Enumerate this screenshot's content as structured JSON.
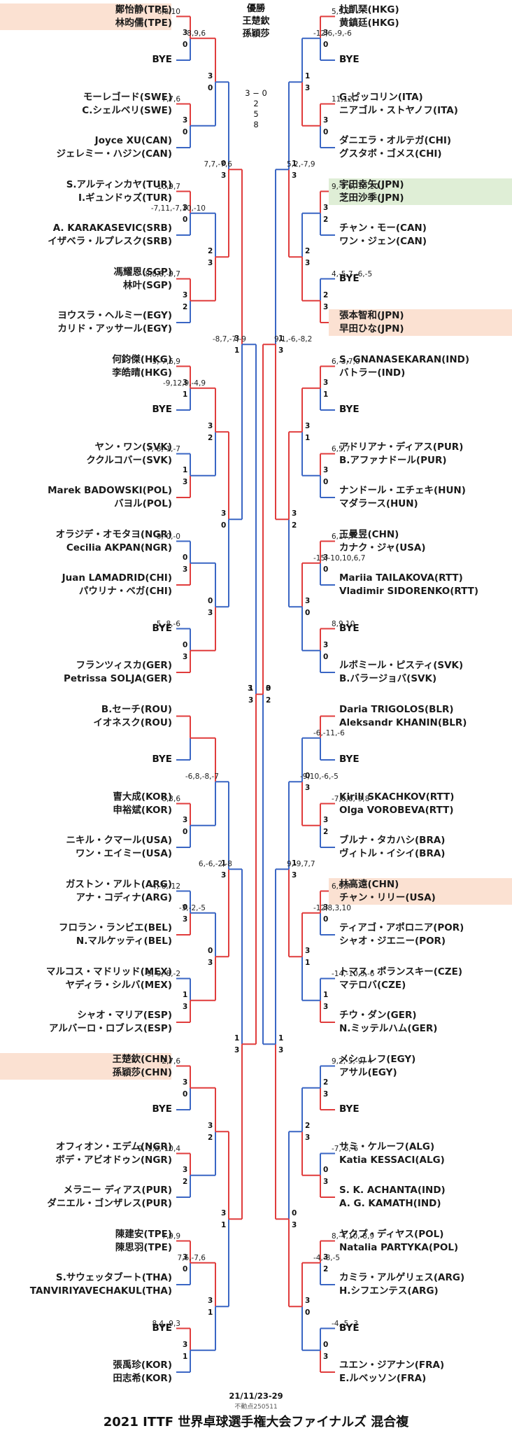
{
  "title": "2021 ITTF 世界卓球選手権大会ファイナルズ 混合複",
  "date": "21/11/23-29",
  "note": "不動点250511",
  "champion": {
    "label": "優勝",
    "players": [
      "王楚欽",
      "孫穎莎"
    ]
  },
  "final": {
    "score": "3 − 0",
    "games": [
      "2",
      "5",
      "8"
    ]
  },
  "colors": {
    "winner": "#e03c3c",
    "loser": "#3a66c4",
    "highlight_orange": "#fbe1d2",
    "highlight_green": "#dfeed6"
  },
  "bye_label": "BYE",
  "left_entries": [
    {
      "type": "pair",
      "p1": "鄭怡静(TPE)",
      "p2": "林昀儒(TPE)",
      "hl": "orange"
    },
    {
      "type": "bye"
    },
    {
      "type": "pair",
      "p1": "モーレゴード(SWE)",
      "p2": "C.シェルベリ(SWE)"
    },
    {
      "type": "pair",
      "p1": "Joyce XU(CAN)",
      "p2": "ジェレミー・ハジン(CAN)"
    },
    {
      "type": "pair",
      "p1": "S.アルティンカヤ(TUR)",
      "p2": "I.ギュンドゥズ(TUR)"
    },
    {
      "type": "pair",
      "p1": "A. KARAKASEVIC(SRB)",
      "p2": "イザベラ・ルプレスク(SRB)"
    },
    {
      "type": "pair",
      "p1": "馮耀恩(SGP)",
      "p2": "林叶(SGP)"
    },
    {
      "type": "pair",
      "p1": "ヨウスラ・ヘルミー(EGY)",
      "p2": "カリド・アッサール(EGY)"
    },
    {
      "type": "pair",
      "p1": "何鈞傑(HKG)",
      "p2": "李皓晴(HKG)"
    },
    {
      "type": "bye"
    },
    {
      "type": "pair",
      "p1": "ヤン・ワン(SVK)",
      "p2": "ククルコバー(SVK)"
    },
    {
      "type": "pair",
      "p1": "Marek BADOWSKI(POL)",
      "p2": "バヨル(POL)"
    },
    {
      "type": "pair",
      "p1": "オラジデ・オモタヨ(NGR)",
      "p2": "Cecilia AKPAN(NGR)"
    },
    {
      "type": "pair",
      "p1": "Juan LAMADRID(CHI)",
      "p2": "パウリナ・ベガ(CHI)"
    },
    {
      "type": "bye"
    },
    {
      "type": "pair",
      "p1": "フランツィスカ(GER)",
      "p2": "Petrissa SOLJA(GER)"
    },
    {
      "type": "pair",
      "p1": "B.セーチ(ROU)",
      "p2": "イオネスク(ROU)"
    },
    {
      "type": "bye"
    },
    {
      "type": "pair",
      "p1": "曺大成(KOR)",
      "p2": "申裕斌(KOR)"
    },
    {
      "type": "pair",
      "p1": "ニキル・クマール(USA)",
      "p2": "ワン・エイミー(USA)"
    },
    {
      "type": "pair",
      "p1": "ガストン・アルト(ARG)",
      "p2": "アナ・コディナ(ARG)"
    },
    {
      "type": "pair",
      "p1": "フロラン・ランビエ(BEL)",
      "p2": "N.マルケッティ(BEL)"
    },
    {
      "type": "pair",
      "p1": "マルコス・マドリッド(MEX)",
      "p2": "ヤディラ・シルバ(MEX)"
    },
    {
      "type": "pair",
      "p1": "シャオ・マリア(ESP)",
      "p2": "アルバーロ・ロブレス(ESP)"
    },
    {
      "type": "pair",
      "p1": "王楚欽(CHN)",
      "p2": "孫穎莎(CHN)",
      "hl": "orange"
    },
    {
      "type": "bye"
    },
    {
      "type": "pair",
      "p1": "オフィオン・エデム(NGR)",
      "p2": "ボデ・アビオドゥン(NGR)"
    },
    {
      "type": "pair",
      "p1": "メラニー ディアス(PUR)",
      "p2": "ダニエル・ゴンザレス(PUR)"
    },
    {
      "type": "pair",
      "p1": "陳建安(TPE)",
      "p2": "陳思羽(TPE)"
    },
    {
      "type": "pair",
      "p1": "S.サウェッタブート(THA)",
      "p2": "TANVIRIYAVECHAKUL(THA)"
    },
    {
      "type": "bye"
    },
    {
      "type": "pair",
      "p1": "張禹珍(KOR)",
      "p2": "田志希(KOR)"
    }
  ],
  "right_entries": [
    {
      "type": "pair",
      "p1": "杜凱琹(HKG)",
      "p2": "黄鎮廷(HKG)"
    },
    {
      "type": "bye"
    },
    {
      "type": "pair",
      "p1": "G.ピッコリン(ITA)",
      "p2": "ニアゴル・ストヤノフ(ITA)"
    },
    {
      "type": "pair",
      "p1": "ダニエラ・オルテガ(CHI)",
      "p2": "グスタボ・ゴメス(CHI)"
    },
    {
      "type": "pair",
      "p1": "宇田幸矢(JPN)",
      "p2": "芝田沙季(JPN)",
      "hl": "green"
    },
    {
      "type": "pair",
      "p1": "チャン・モー(CAN)",
      "p2": "ワン・ジェン(CAN)"
    },
    {
      "type": "bye"
    },
    {
      "type": "pair",
      "p1": "張本智和(JPN)",
      "p2": "早田ひな(JPN)",
      "hl": "orange"
    },
    {
      "type": "pair",
      "p1": "S. GNANASEKARAN(IND)",
      "p2": "バトラー(IND)"
    },
    {
      "type": "bye"
    },
    {
      "type": "pair",
      "p1": "アドリアナ・ディアス(PUR)",
      "p2": "B.アファナドール(PUR)"
    },
    {
      "type": "pair",
      "p1": "ナンドール・エチェキ(HUN)",
      "p2": "マダラース(HUN)"
    },
    {
      "type": "pair",
      "p1": "王曼昱(CHN)",
      "p2": "カナク・ジャ(USA)"
    },
    {
      "type": "pair",
      "p1": "Mariia TAILAKOVA(RTT)",
      "p2": "Vladimir SIDORENKO(RTT)"
    },
    {
      "type": "bye"
    },
    {
      "type": "pair",
      "p1": "ルボミール・ピスティ(SVK)",
      "p2": "B.バラージョバ(SVK)"
    },
    {
      "type": "pair",
      "p1": "Daria TRIGOLOS(BLR)",
      "p2": "Aleksandr KHANIN(BLR)"
    },
    {
      "type": "bye"
    },
    {
      "type": "pair",
      "p1": "Kirill SKACHKOV(RTT)",
      "p2": "Olga VOROBEVA(RTT)"
    },
    {
      "type": "pair",
      "p1": "ブルナ・タカハシ(BRA)",
      "p2": "ヴィトル・イシイ(BRA)"
    },
    {
      "type": "pair",
      "p1": "林高遠(CHN)",
      "p2": "チャン・リリー(USA)",
      "hl": "orange"
    },
    {
      "type": "pair",
      "p1": "ティアゴ・アポロニア(POR)",
      "p2": "シャオ・ジエニー(POR)"
    },
    {
      "type": "pair",
      "p1": "トマス・ポランスキー(CZE)",
      "p2": "マテロバ(CZE)"
    },
    {
      "type": "pair",
      "p1": "チウ・ダン(GER)",
      "p2": "N.ミッテルハム(GER)"
    },
    {
      "type": "pair",
      "p1": "メシュレフ(EGY)",
      "p2": "アサル(EGY)"
    },
    {
      "type": "bye"
    },
    {
      "type": "pair",
      "p1": "サミ・ケルーフ(ALG)",
      "p2": "Katia KESSACI(ALG)"
    },
    {
      "type": "pair",
      "p1": "S. K. ACHANTA(IND)",
      "p2": "A. G. KAMATH(IND)"
    },
    {
      "type": "pair",
      "p1": "ヤクプ・ディヤス(POL)",
      "p2": "Natalia PARTYKA(POL)"
    },
    {
      "type": "pair",
      "p1": "カミラ・アルゲリェス(ARG)",
      "p2": "H.シフエンテス(ARG)"
    },
    {
      "type": "bye"
    },
    {
      "type": "pair",
      "p1": "ユエン・ジアナン(FRA)",
      "p2": "E.ルベッソン(FRA)"
    }
  ],
  "left_r1": [
    {
      "score": "6,8,10",
      "g": [
        "3",
        "0"
      ],
      "w": 0
    },
    {
      "score": "7,7,6",
      "g": [
        "3",
        "0"
      ],
      "w": 0
    },
    {
      "score": "10,9,7",
      "g": [
        "3",
        "0"
      ],
      "w": 0
    },
    {
      "score": "-8,8,8,-9,7",
      "g": [
        "3",
        "2"
      ],
      "w": 0
    },
    {
      "score": "5,-7,6,9",
      "g": [
        "3",
        "1"
      ],
      "w": 0
    },
    {
      "score": "7,-8,-1,-7",
      "g": [
        "1",
        "3"
      ],
      "w": 1
    },
    {
      "score": "-0,-0,-0",
      "g": [
        "0",
        "3"
      ],
      "w": 1
    },
    {
      "score": "-5,-8,-6",
      "g": [
        "0",
        "3"
      ],
      "w": 1
    },
    {
      "score": "",
      "g": [
        "",
        ""
      ],
      "w": 0
    },
    {
      "score": "8,3,6",
      "g": [
        "3",
        "0"
      ],
      "w": 0
    },
    {
      "score": "-4,-8,-12",
      "g": [
        "0",
        "3"
      ],
      "w": 1
    },
    {
      "score": "-9,-9,-8,-2",
      "g": [
        "1",
        "3"
      ],
      "w": 1
    },
    {
      "score": "2,7,6",
      "g": [
        "3",
        "0"
      ],
      "w": 0
    },
    {
      "score": "9,-1,6,-10,4",
      "g": [
        "3",
        "2"
      ],
      "w": 0
    },
    {
      "score": "7,9,9",
      "g": [
        "3",
        "0"
      ],
      "w": 0
    },
    {
      "score": "8,4,-9,3",
      "g": [
        "3",
        "1"
      ],
      "w": 0
    }
  ],
  "left_r2": [
    {
      "score": "8,9,6",
      "g": [
        "3",
        "0"
      ],
      "w": 0
    },
    {
      "score": "-7,11,-7,10,-10",
      "g": [
        "2",
        "3"
      ],
      "w": 1
    },
    {
      "score": "-9,12,9,-4,9",
      "g": [
        "3",
        "2"
      ],
      "w": 0
    },
    {
      "score": "",
      "g": [
        "0",
        "3"
      ],
      "w": 1
    },
    {
      "score": "",
      "g": [
        "",
        ""
      ],
      "w": 0
    },
    {
      "score": "-3,-2,-5",
      "g": [
        "0",
        "3"
      ],
      "w": 1
    },
    {
      "score": "",
      "g": [
        "3",
        "2"
      ],
      "w": 0
    },
    {
      "score": "7,6,-7,6",
      "g": [
        "3",
        "1"
      ],
      "w": 0
    }
  ],
  "left_r3": [
    {
      "score": "",
      "g": [
        "0",
        "3"
      ],
      "w": 1
    },
    {
      "score": "",
      "g": [
        "3",
        "0"
      ],
      "w": 0
    },
    {
      "score": "-6,8,-8,-7",
      "g": [
        "1",
        "3"
      ],
      "w": 1
    },
    {
      "score": "",
      "g": [
        "3",
        "1"
      ],
      "w": 0
    }
  ],
  "left_r4": [
    {
      "score": "7,7,-7,6",
      "g": [
        "3",
        "1"
      ],
      "w": 0
    },
    {
      "score": "6,-6,-2,-8",
      "g": [
        "1",
        "3"
      ],
      "w": 1
    }
  ],
  "left_sf": {
    "score": "-8,7,-7,-9",
    "g": [
      "1",
      "3"
    ],
    "w": 1
  },
  "right_r1": [
    {
      "score": "5,9,6",
      "g": [
        "3",
        "0"
      ],
      "w": 0
    },
    {
      "score": "11,12,7",
      "g": [
        "3",
        "0"
      ],
      "w": 0
    },
    {
      "score": "9,-9,6,-10,10",
      "g": [
        "3",
        "2"
      ],
      "w": 0
    },
    {
      "score": "4,-5,7,-6,-5",
      "g": [
        "2",
        "3"
      ],
      "w": 1
    },
    {
      "score": "6,-3,7,0",
      "g": [
        "3",
        "1"
      ],
      "w": 0
    },
    {
      "score": "6,5,7",
      "g": [
        "3",
        "0"
      ],
      "w": 0
    },
    {
      "score": "6,17,7",
      "g": [
        "3",
        "0"
      ],
      "w": 0
    },
    {
      "score": "8,9,10",
      "g": [
        "3",
        "0"
      ],
      "w": 0
    },
    {
      "score": "",
      "g": [
        "",
        ""
      ],
      "w": 0
    },
    {
      "score": "-7,8,6,-9,8",
      "g": [
        "3",
        "2"
      ],
      "w": 0
    },
    {
      "score": "6,9,7",
      "g": [
        "3",
        "0"
      ],
      "w": 0
    },
    {
      "score": "-14,-10,5,-6",
      "g": [
        "1",
        "3"
      ],
      "w": 1
    },
    {
      "score": "9,2,-5,-9,-4",
      "g": [
        "2",
        "3"
      ],
      "w": 1
    },
    {
      "score": "-7,-6,-6",
      "g": [
        "0",
        "3"
      ],
      "w": 1
    },
    {
      "score": "8,-4,10,-8,9",
      "g": [
        "3",
        "2"
      ],
      "w": 0
    },
    {
      "score": "-4,-5,-3",
      "g": [
        "0",
        "3"
      ],
      "w": 1
    }
  ],
  "right_r2": [
    {
      "score": "-12,6,-9,-6",
      "g": [
        "1",
        "3"
      ],
      "w": 1
    },
    {
      "score": "",
      "g": [
        "2",
        "3"
      ],
      "w": 1
    },
    {
      "score": "",
      "g": [
        "3",
        "1"
      ],
      "w": 0
    },
    {
      "score": "-15,-10,10,6,7",
      "g": [
        "3",
        "0"
      ],
      "w": 0
    },
    {
      "score": "-6,-11,-6",
      "g": [
        "0",
        "3"
      ],
      "w": 1
    },
    {
      "score": "-12,8,3,10",
      "g": [
        "3",
        "1"
      ],
      "w": 0
    },
    {
      "score": "",
      "g": [
        "2",
        "3"
      ],
      "w": 1
    },
    {
      "score": "-4,-8,-5",
      "g": [
        "3",
        "0"
      ],
      "w": 0
    }
  ],
  "right_r3": [
    {
      "score": "",
      "g": [
        "1",
        "3"
      ],
      "w": 1
    },
    {
      "score": "",
      "g": [
        "3",
        "2"
      ],
      "w": 0
    },
    {
      "score": "-9,10,-6,-5",
      "g": [
        "1",
        "3"
      ],
      "w": 1
    },
    {
      "score": "",
      "g": [
        "0",
        "3"
      ],
      "w": 1
    }
  ],
  "right_r4": [
    {
      "score": "5,2,-7,9",
      "g": [
        "1",
        "3"
      ],
      "w": 1
    },
    {
      "score": "9,-9,7,7",
      "g": [
        "1",
        "3"
      ],
      "w": 1
    }
  ],
  "right_sf": {
    "score": "9,1,-6,-8,2",
    "g": [
      "3",
      "2"
    ],
    "w": 0
  },
  "final_games": [
    "3",
    "0"
  ]
}
